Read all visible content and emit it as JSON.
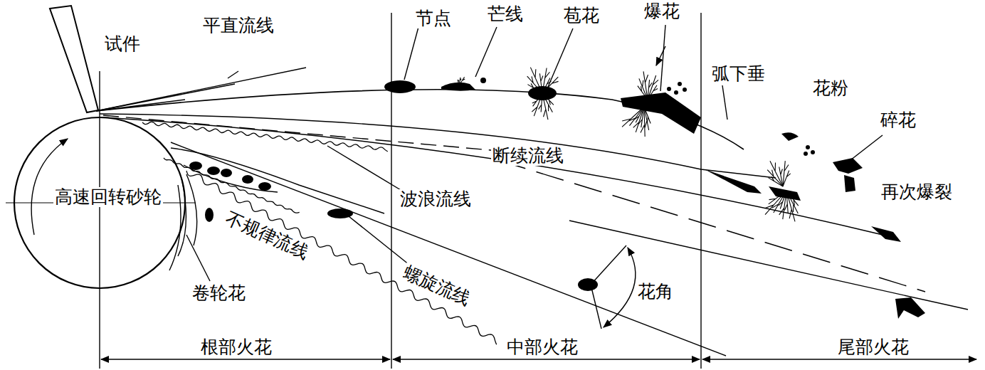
{
  "diagram": {
    "nodes": [
      {
        "text": [
          "高速回转砂轮"
        ]
      }
    ],
    "labels": [
      "试件",
      "平直流线",
      "节点",
      "芒线",
      "苞花",
      "爆花",
      "弧下垂",
      "花粉",
      "碎花",
      "再次爆裂",
      "断续流线",
      "波浪流线",
      "不规律流线",
      "螺旋流线",
      "卷轮花",
      "花角",
      "根部火花",
      "中部火花",
      "尾部火花"
    ]
  }
}
